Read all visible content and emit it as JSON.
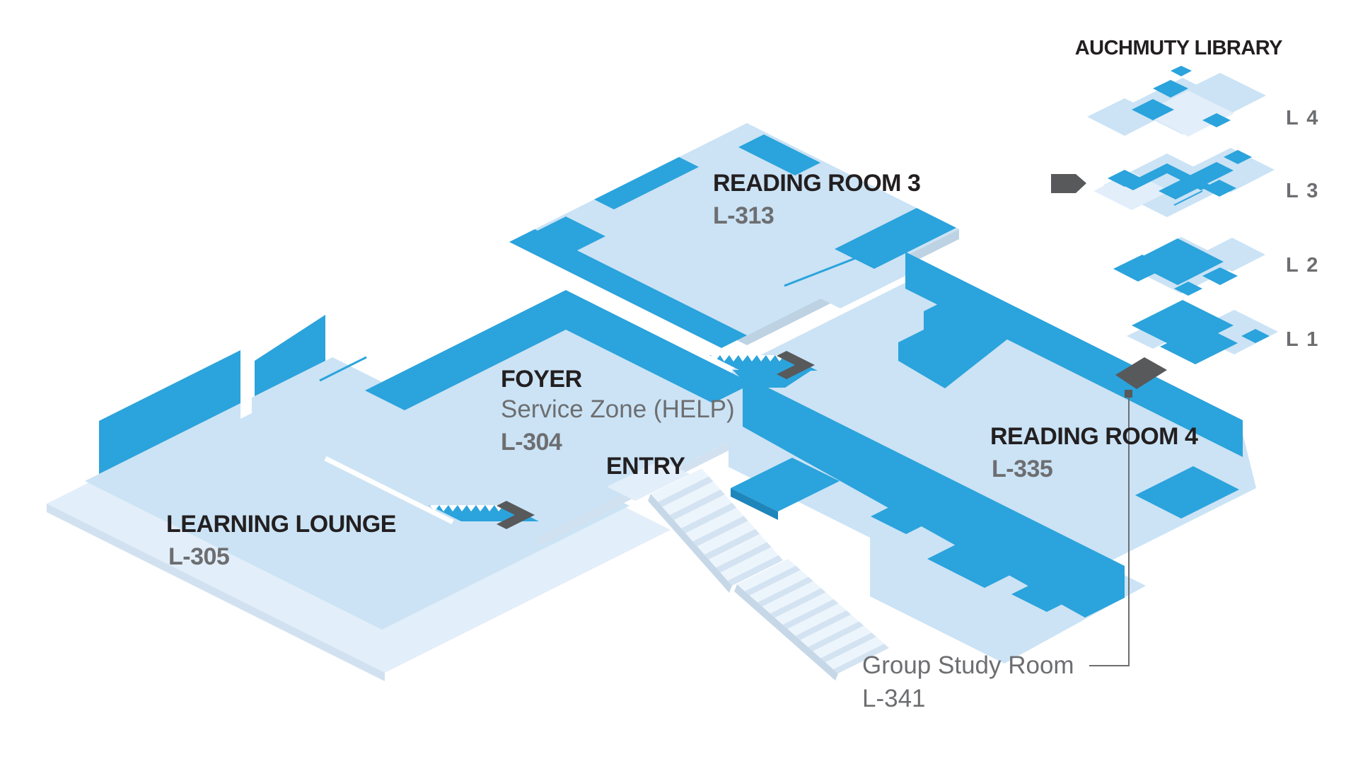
{
  "title": "AUCHMUTY LIBRARY",
  "current_level": "L 3",
  "levels": [
    {
      "label": "L 4",
      "current": false
    },
    {
      "label": "L 3",
      "current": true
    },
    {
      "label": "L 2",
      "current": false
    },
    {
      "label": "L 1",
      "current": false
    }
  ],
  "rooms": {
    "reading_room_3": {
      "name": "READING ROOM 3",
      "code": "L-313"
    },
    "foyer": {
      "name": "FOYER",
      "zone": "Service Zone (HELP)",
      "code": "L-304"
    },
    "entry": {
      "name": "ENTRY"
    },
    "learning_lounge": {
      "name": "LEARNING LOUNGE",
      "code": "L-305"
    },
    "reading_room_4": {
      "name": "READING ROOM 4",
      "code": "L-335"
    },
    "group_study_room": {
      "name": "Group Study Room",
      "code": "L-341"
    }
  },
  "icons": {
    "level_indicator_arrow": "right-pointing-arrow",
    "stair_marker": "sawtooth-stairs"
  },
  "colors": {
    "floor_light": "#cbe3f5",
    "floor_pale": "#e2eef9",
    "floor_palest": "#edf5fc",
    "room_blue": "#2ba3dc",
    "blue_edge": "#1f86bb",
    "plate_edge": "#c6d8e8",
    "highlight_dark": "#58595b",
    "label_black": "#231f20",
    "label_gray": "#6d6e71",
    "leader_gray": "#6d6e71"
  }
}
